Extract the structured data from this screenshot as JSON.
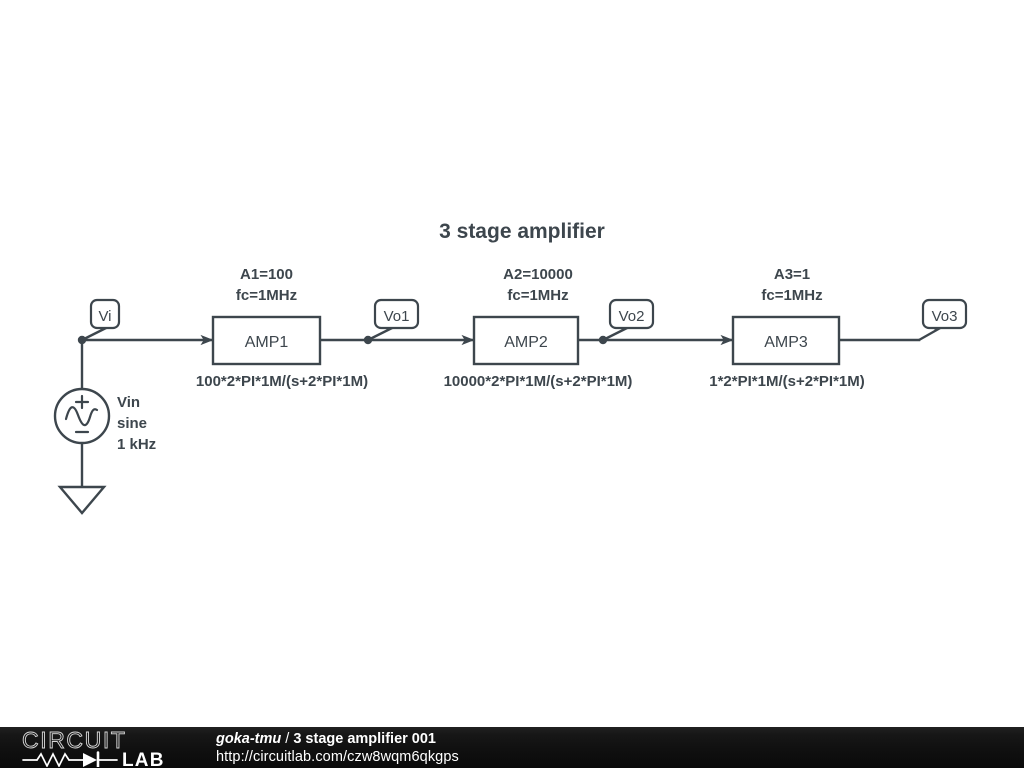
{
  "theme": {
    "ink": "#3d464d",
    "background": "#ffffff",
    "footer_background": "#121212",
    "footer_text": "#ffffff"
  },
  "schematic": {
    "title": "3 stage amplifier",
    "source": {
      "symbol": "ac-voltage-source",
      "plus_sign": "+",
      "minus_sign": "−",
      "label_lines": [
        "Vin",
        "sine",
        "1 kHz"
      ],
      "name": "Vin",
      "waveform": "sine",
      "frequency": "1 kHz"
    },
    "ground": {
      "symbol": "ground-triangle"
    },
    "node_labels": [
      {
        "id": "vi",
        "text": "Vi"
      },
      {
        "id": "vo1",
        "text": "Vo1"
      },
      {
        "id": "vo2",
        "text": "Vo2"
      },
      {
        "id": "vo3",
        "text": "Vo3"
      }
    ],
    "stages": [
      {
        "id": "amp1",
        "block_label": "AMP1",
        "param_lines": [
          "A1=100",
          "fc=1MHz"
        ],
        "gain": "A1=100",
        "corner_frequency": "fc=1MHz",
        "transfer_function": "100*2*PI*1M/(s+2*PI*1M)"
      },
      {
        "id": "amp2",
        "block_label": "AMP2",
        "param_lines": [
          "A2=10000",
          "fc=1MHz"
        ],
        "gain": "A2=10000",
        "corner_frequency": "fc=1MHz",
        "transfer_function": "10000*2*PI*1M/(s+2*PI*1M)"
      },
      {
        "id": "amp3",
        "block_label": "AMP3",
        "param_lines": [
          "A3=1",
          "fc=1MHz"
        ],
        "gain": "A3=1",
        "corner_frequency": "fc=1MHz",
        "transfer_function": "1*2*PI*1M/(s+2*PI*1M)"
      }
    ]
  },
  "footer": {
    "logo": {
      "word_top": "CIRCUIT",
      "word_bottom": "LAB",
      "symbol": "resistor-diode-circuit-line"
    },
    "author": "goka-tmu",
    "separator": "/",
    "document_title": "3 stage amplifier 001",
    "url": "http://circuitlab.com/czw8wqm6qkgps"
  }
}
